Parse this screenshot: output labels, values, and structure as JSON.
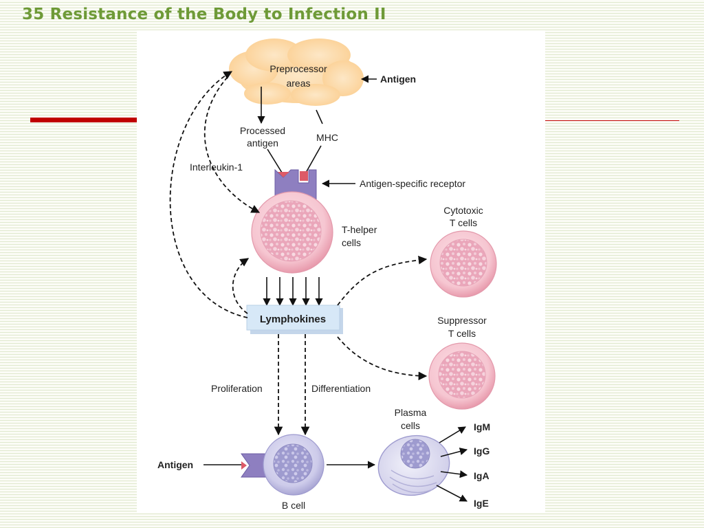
{
  "slide": {
    "title": "35 Resistance of the Body to Infection  II"
  },
  "colors": {
    "title": "#6e9a37",
    "accent_rule": "#c00000",
    "cloud": "#fcd9a8",
    "receptor": "#8e7fc0",
    "mhc": "#dd5a67",
    "cell_pink": "#f5c0cc",
    "b_cell": "#c7c6e7",
    "lymphokines_box": "#d5e6f5"
  },
  "diagram": {
    "preprocessor_label_1": "Preprocessor",
    "preprocessor_label_2": "areas",
    "antigen_top": "Antigen",
    "processed_antigen_1": "Processed",
    "processed_antigen_2": "antigen",
    "mhc": "MHC",
    "interleukin": "Interleukin-1",
    "antigen_specific_receptor": "Antigen-specific receptor",
    "t_helper_1": "T-helper",
    "t_helper_2": "cells",
    "cytotoxic_1": "Cytotoxic",
    "cytotoxic_2": "T cells",
    "lymphokines": "Lymphokines",
    "suppressor_1": "Suppressor",
    "suppressor_2": "T cells",
    "proliferation": "Proliferation",
    "differentiation": "Differentiation",
    "plasma_1": "Plasma",
    "plasma_2": "cells",
    "antigen_bottom": "Antigen",
    "b_cell": "B cell",
    "igm": "IgM",
    "igg": "IgG",
    "iga": "IgA",
    "ige": "IgE"
  }
}
